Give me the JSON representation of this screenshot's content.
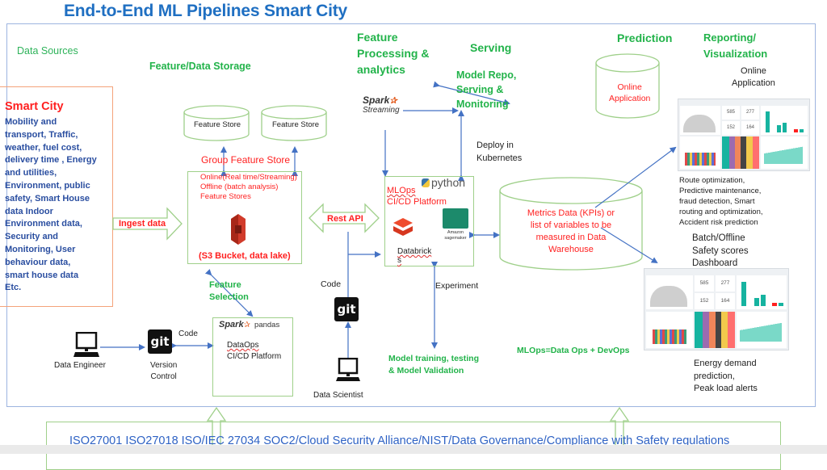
{
  "title": "End-to-End ML Pipelines Smart City",
  "sections": {
    "data_sources": "Data Sources",
    "feature_storage": "Feature/Data Storage",
    "feature_processing": [
      "Feature",
      "Processing &",
      "analytics"
    ],
    "serving": "Serving",
    "prediction": "Prediction",
    "reporting": [
      "Reporting/",
      "Visualization"
    ]
  },
  "smart_city": {
    "title": "Smart City",
    "description": [
      "Mobility and",
      "transport, Traffic,",
      "weather, fuel cost,",
      "delivery time , Energy",
      "and utilities,",
      "Environment, public",
      "safety, Smart House",
      "data Indoor",
      "Environment data,",
      "Security and",
      "Monitoring, User",
      "behaviour data,",
      "smart house data",
      "Etc."
    ]
  },
  "ingest_arrow": "Ingest data",
  "feature_store_1": "Feature Store",
  "feature_store_2": "Feature Store",
  "group_feature_store": "Group Feature Store",
  "storage_box": {
    "lines": [
      "Online(Real time/Streaming)",
      "Offline (batch analysis)",
      "Feature Stores"
    ],
    "icon": "aws-s3-icon",
    "caption": "(S3 Bucket, data lake)"
  },
  "rest_api": "Rest API",
  "spark_streaming": {
    "spark": "Spark",
    "streaming": "Streaming"
  },
  "model_repo": [
    "Model Repo,",
    "Serving &",
    "Monitoring"
  ],
  "deploy": [
    "Deploy in",
    "Kubernetes"
  ],
  "online_app_cylinder": [
    "Online",
    "Application"
  ],
  "mlops_box": {
    "title": "MLOps",
    "subtitle": "CI/CD Platform",
    "python": "python",
    "databricks": [
      "Databrick",
      "s"
    ],
    "sagemaker": [
      "Amazon",
      "sagemaker"
    ]
  },
  "metrics_cylinder": [
    "Metrics Data (KPIs) or",
    "list of variables to be",
    "measured  in Data",
    "Warehouse"
  ],
  "reporting_online": [
    "Online",
    "Application"
  ],
  "dashboard_1": {
    "kpis": [
      "585",
      "277",
      "152",
      "164"
    ],
    "caption": [
      "Route optimization,",
      "Predictive maintenance,",
      "fraud detection, Smart",
      "routing and optimization,",
      "Accident risk prediction"
    ]
  },
  "batch_label": [
    "Batch/Offline",
    "Safety scores",
    "Dashboard"
  ],
  "dashboard_2": {
    "kpis": [
      "585",
      "277",
      "152",
      "164"
    ],
    "caption": [
      "Energy demand",
      "prediction,",
      "Peak load alerts"
    ]
  },
  "feature_selection": [
    "Feature",
    "Selection"
  ],
  "dataops_box": {
    "spark": "Spark",
    "pandas": "pandas",
    "lines": [
      "DataOps",
      "CI/CD Platform"
    ]
  },
  "code_label_1": "Code",
  "code_label_2": "Code",
  "git_label": "git",
  "version_control": [
    "Version",
    "Control"
  ],
  "data_engineer": "Data Engineer",
  "data_scientist": "Data Scientist",
  "experiment": "Experiment",
  "model_training": [
    "Model training, testing",
    "& Model Validation"
  ],
  "mlops_equation": "MLOps=Data Ops + DevOps",
  "compliance": "ISO27001 ISO27018 ISO/IEC 27034 SOC2/Cloud Security Alliance/NIST/Data Governance/Compliance with Safety regulations",
  "colors": {
    "title_blue": "#1f6fc2",
    "section_green": "#22b34a",
    "alert_red": "#ff1f1f",
    "arrow_blue": "#4472c4",
    "box_green": "#9fd08a",
    "source_orange": "#f4a37a"
  }
}
